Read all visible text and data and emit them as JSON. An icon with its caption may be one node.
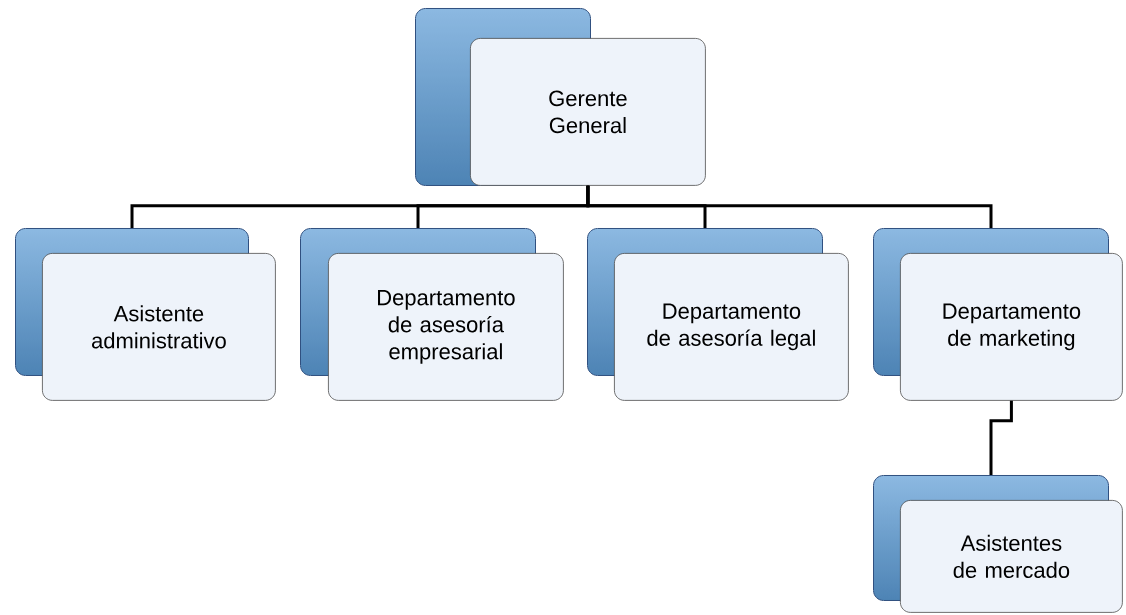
{
  "diagram": {
    "nodes": [
      {
        "text": [
          "Gerente General"
        ]
      },
      {
        "text": [
          "Asistente administrativo"
        ]
      },
      {
        "text": [
          "Departamento de asesoría empresarial"
        ]
      },
      {
        "text": [
          "Departamento de asesoría legal"
        ]
      },
      {
        "text": [
          "Departamento de marketing"
        ]
      },
      {
        "text": [
          "Asistentes de mercado"
        ]
      }
    ],
    "edges": [
      {
        "from": 0,
        "to": 1,
        "arrow": "none"
      },
      {
        "from": 0,
        "to": 2,
        "arrow": "none"
      },
      {
        "from": 0,
        "to": 3,
        "arrow": "none"
      },
      {
        "from": 0,
        "to": 4,
        "arrow": "none"
      },
      {
        "from": 4,
        "to": 5,
        "arrow": "none"
      }
    ]
  }
}
